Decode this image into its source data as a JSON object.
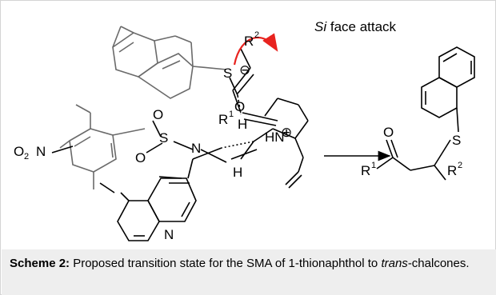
{
  "scheme": {
    "annotation_si": "Si",
    "annotation_face": " face attack",
    "atoms": {
      "s_left": "S",
      "s_right": "S",
      "o_sulfonyl_top": "O",
      "o_sulfonyl_left": "O",
      "s_sulfonyl": "S",
      "n_sulfonamide": "N",
      "h_sulfonamide": "H",
      "no2": "O",
      "no2_sub": "2",
      "no2_n": "N",
      "r2_left": "R",
      "r2_left_sup": "2",
      "r1_left": "R",
      "r1_left_sup": "1",
      "o_carbonyl_left": "O",
      "hn": "HN",
      "h_stereo": "H",
      "n_quinoline": "N",
      "o_right": "O",
      "r1_right": "R",
      "r1_right_sup": "1",
      "r2_right": "R",
      "r2_right_sup": "2"
    },
    "charges": {
      "thiolate": "⊖",
      "ammonium": "⊕"
    },
    "colors": {
      "electron_arrow": "#e8231f",
      "drawing": "#000000",
      "reagent_gray": "#6a6a6a"
    }
  },
  "caption": {
    "label": "Scheme 2:",
    "text_1": " Proposed transition state for the SMA of 1-thionaphthol to ",
    "text_italic": "trans",
    "text_2": "-chalcones."
  }
}
